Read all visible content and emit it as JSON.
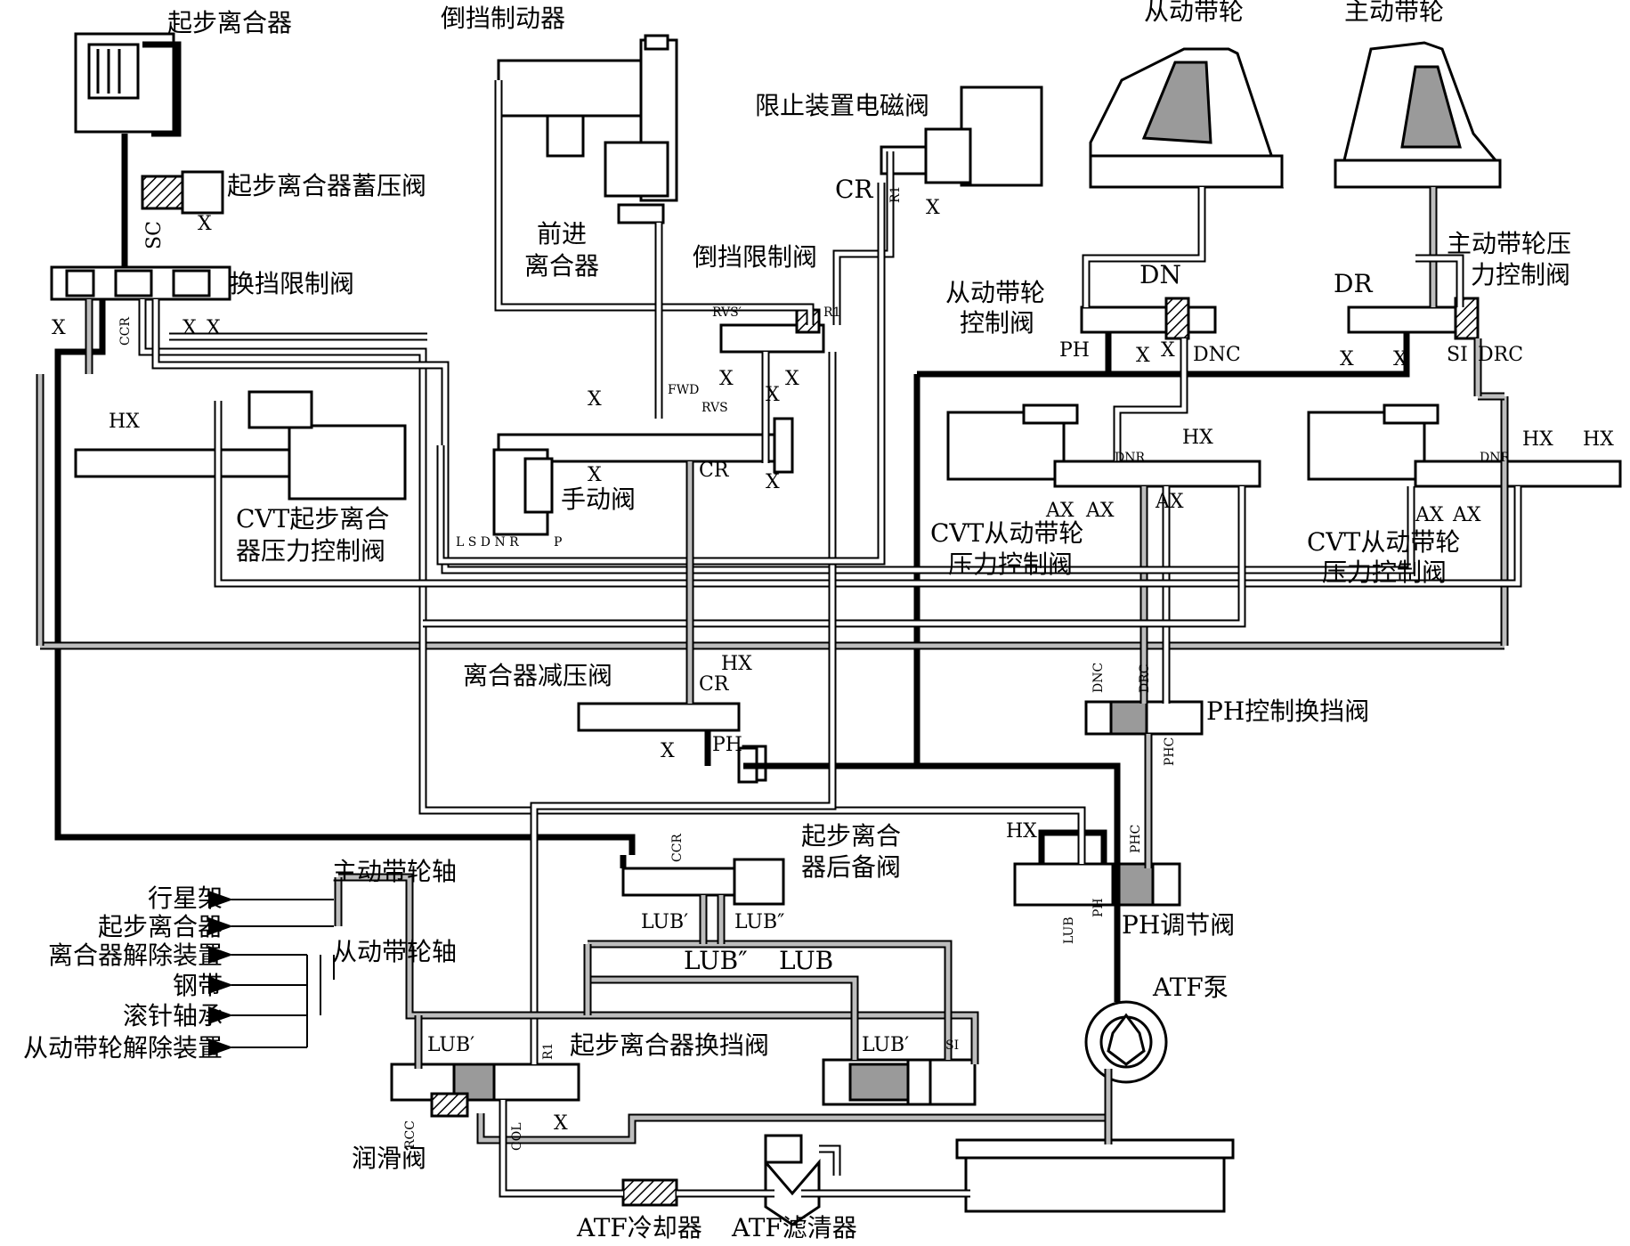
{
  "labels": {
    "start_clutch": "起步离合器",
    "reverse_brake": "倒挡制动器",
    "driven_pulley": "从动带轮",
    "drive_pulley": "主动带轮",
    "stop_solenoid": "限止装置电磁阀",
    "start_clutch_accumulator": "起步离合器蓄压阀",
    "shift_limit_valve": "换挡限制阀",
    "forward_clutch": "前进\n离合器",
    "reverse_limit_valve": "倒挡限制阀",
    "driven_pulley_control_valve": "从动带轮\n控制阀",
    "drive_pulley_pressure_control_valve": "主动带轮压\n力控制阀",
    "cvt_start_clutch_pressure_valve": "CVT起步离合\n器压力控制阀",
    "manual_valve": "手动阀",
    "cvt_driven_pulley_pressure_valve_1": "CVT从动带轮\n压力控制阀",
    "cvt_driven_pulley_pressure_valve_2": "CVT从动带轮\n压力控制阀",
    "clutch_reducing_valve": "离合器减压阀",
    "ph_control_shift_valve": "PH控制换挡阀",
    "start_clutch_backup_valve": "起步离合\n器后备阀",
    "drive_pulley_shaft": "主动带轮轴",
    "driven_pulley_shaft": "从动带轮轴",
    "ph_regulator_valve": "PH调节阀",
    "atf_pump": "ATF泵",
    "start_clutch_shift_valve": "起步离合器换挡阀",
    "lube_valve": "润滑阀",
    "atf_cooler": "ATF冷却器",
    "atf_filter": "ATF滤清器"
  },
  "outputs": [
    "行星架",
    "起步离合器",
    "离合器解除装置",
    "钢带",
    "滚针轴承",
    "从动带轮解除装置"
  ],
  "codes": {
    "SC": "SC",
    "CR": "CR",
    "R1": "R1",
    "X": "X",
    "HX": "HX",
    "RVS_prime": "RVS′",
    "FWD": "FWD",
    "RVS": "RVS",
    "DN": "DN",
    "DR": "DR",
    "PH": "PH",
    "DNC": "DNC",
    "DRC": "DRC",
    "SI": "SI",
    "AX": "AX",
    "CCR": "CCR",
    "DNR": "DNR",
    "PHC": "PHC",
    "LUB": "LUB",
    "LUB_prime": "LUB′",
    "LUB_dprime": "LUB″",
    "RCC": "RCC",
    "COL": "COL",
    "manual_positions": "L S D N R",
    "P": "P"
  }
}
